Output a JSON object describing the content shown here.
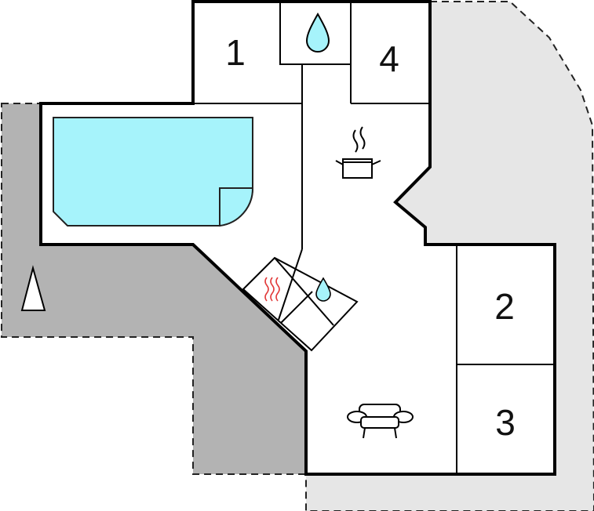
{
  "floor_plan": {
    "rooms": [
      {
        "id": "room-1",
        "label": "1"
      },
      {
        "id": "room-2",
        "label": "2"
      },
      {
        "id": "room-3",
        "label": "3"
      },
      {
        "id": "room-4",
        "label": "4"
      }
    ],
    "icons": [
      {
        "name": "water-drop-icon",
        "meaning": "bathroom"
      },
      {
        "name": "cooking-pot-icon",
        "meaning": "kitchen"
      },
      {
        "name": "sofa-icon",
        "meaning": "living room"
      },
      {
        "name": "sauna-heat-icon",
        "meaning": "sauna"
      },
      {
        "name": "small-water-drop-icon",
        "meaning": "shower"
      },
      {
        "name": "north-arrow-icon",
        "meaning": "north"
      }
    ],
    "colors": {
      "pool": "#a6f3fb",
      "terrace_dark": "#b3b3b3",
      "terrace_light": "#e6e6e6",
      "wall": "#000000",
      "heat": "#e23a3a"
    }
  }
}
